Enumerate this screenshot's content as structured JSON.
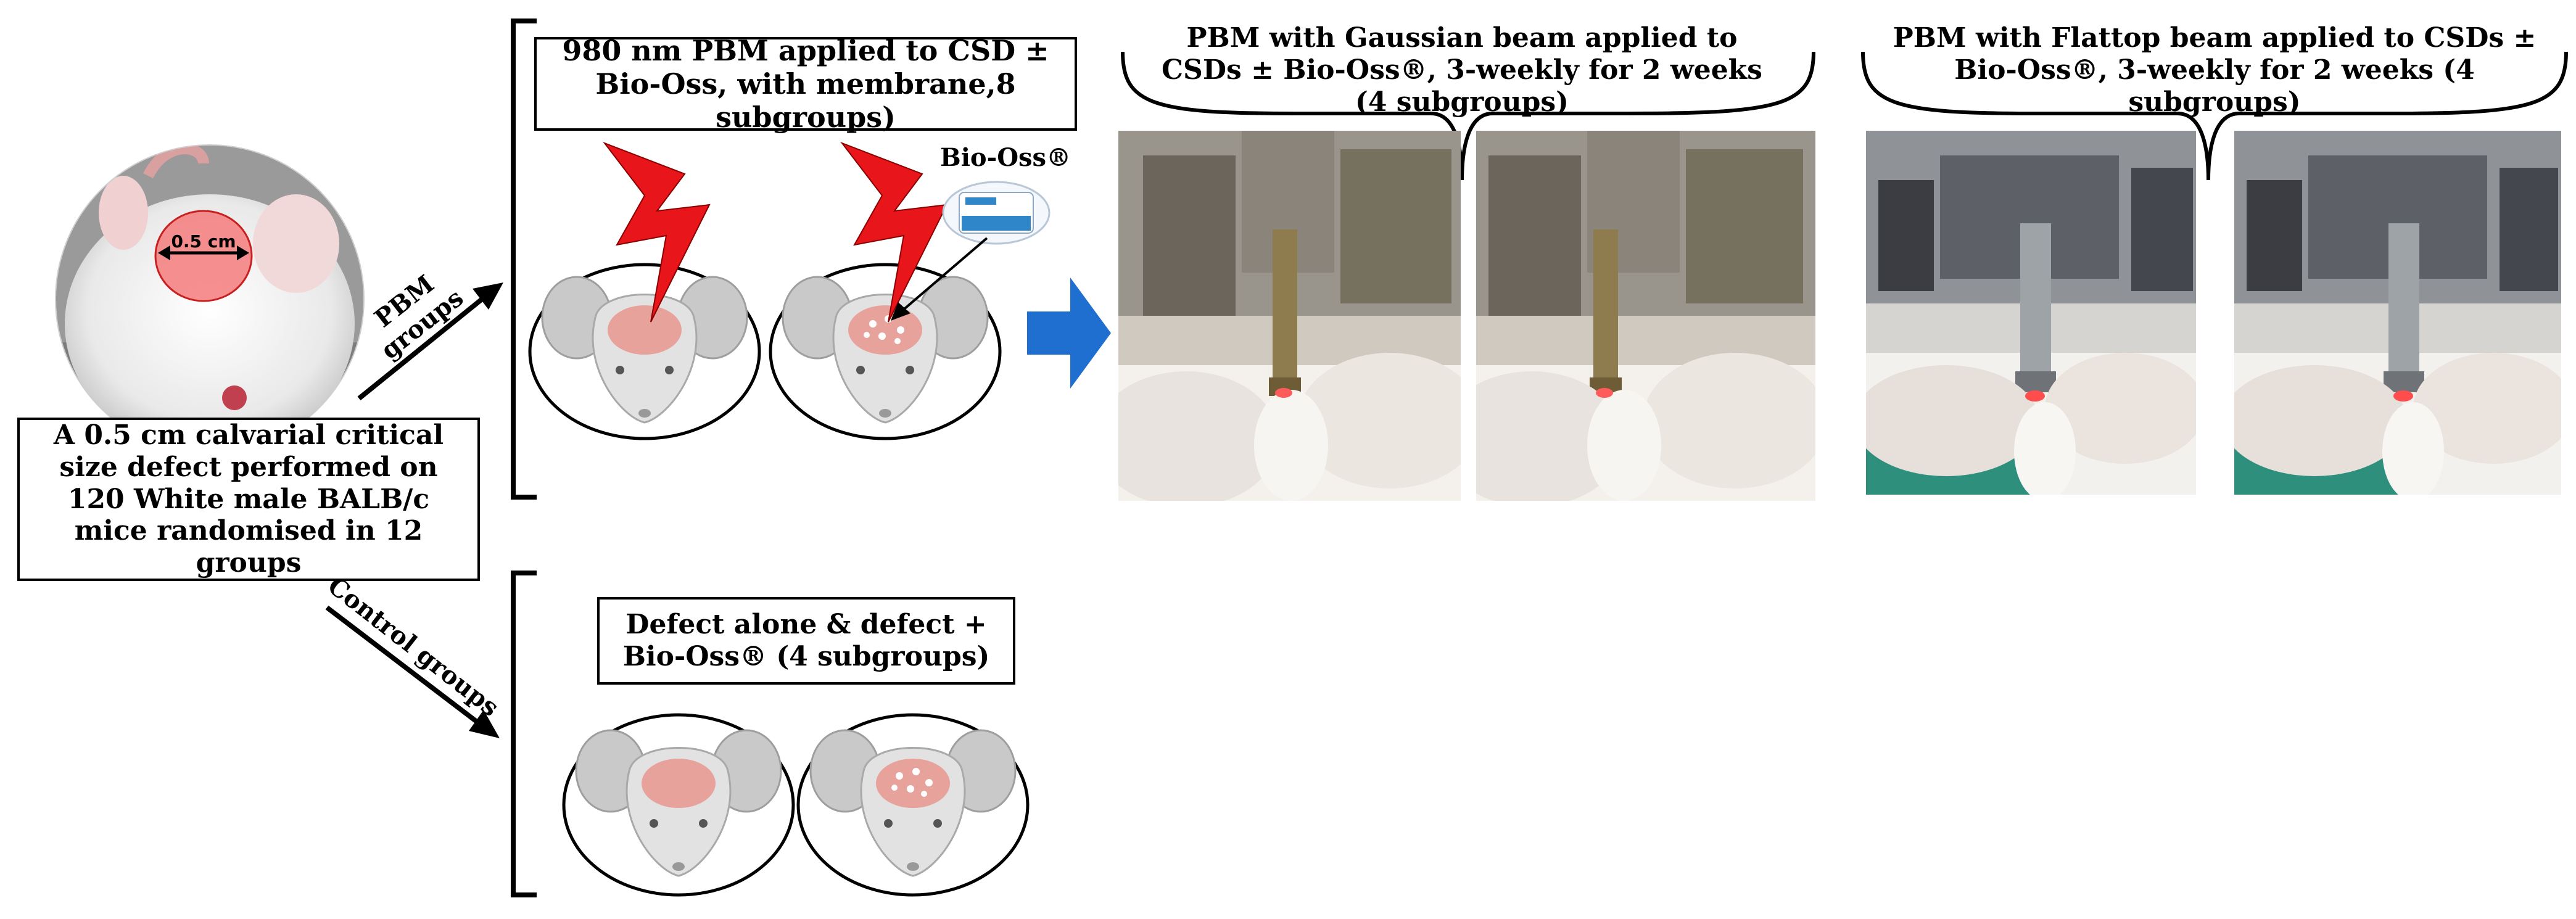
{
  "defect_marker": {
    "label": "0.5 cm"
  },
  "main_box": {
    "text": "A 0.5 cm calvarial critical size defect performed on 120 White male BALB/c  mice randomised in 12 groups"
  },
  "arrows": {
    "pbm_label": "PBM groups",
    "control_label": "Control groups"
  },
  "pbm_section": {
    "title": "980 nm PBM applied to CSD ± Bio-Oss, with membrane,8 subgroups)",
    "bio_oss_label": "Bio-Oss®"
  },
  "control_section": {
    "title": "Defect alone & defect + Bio-Oss® (4 subgroups)"
  },
  "gaussian_section": {
    "title": "PBM with Gaussian beam applied to CSDs ± Bio-Oss®, 3-weekly for 2 weeks (4 subgroups)"
  },
  "flattop_section": {
    "title": "PBM with Flattop beam applied to CSDs ± Bio-Oss®, 3-weekly for 2 weeks (4 subgroups)"
  },
  "colors": {
    "lightning": "#e8151b",
    "flow_arrow": "#1f6fd1",
    "defect_circle": "#f47b7b",
    "drape_green": "#2f8f7d"
  }
}
